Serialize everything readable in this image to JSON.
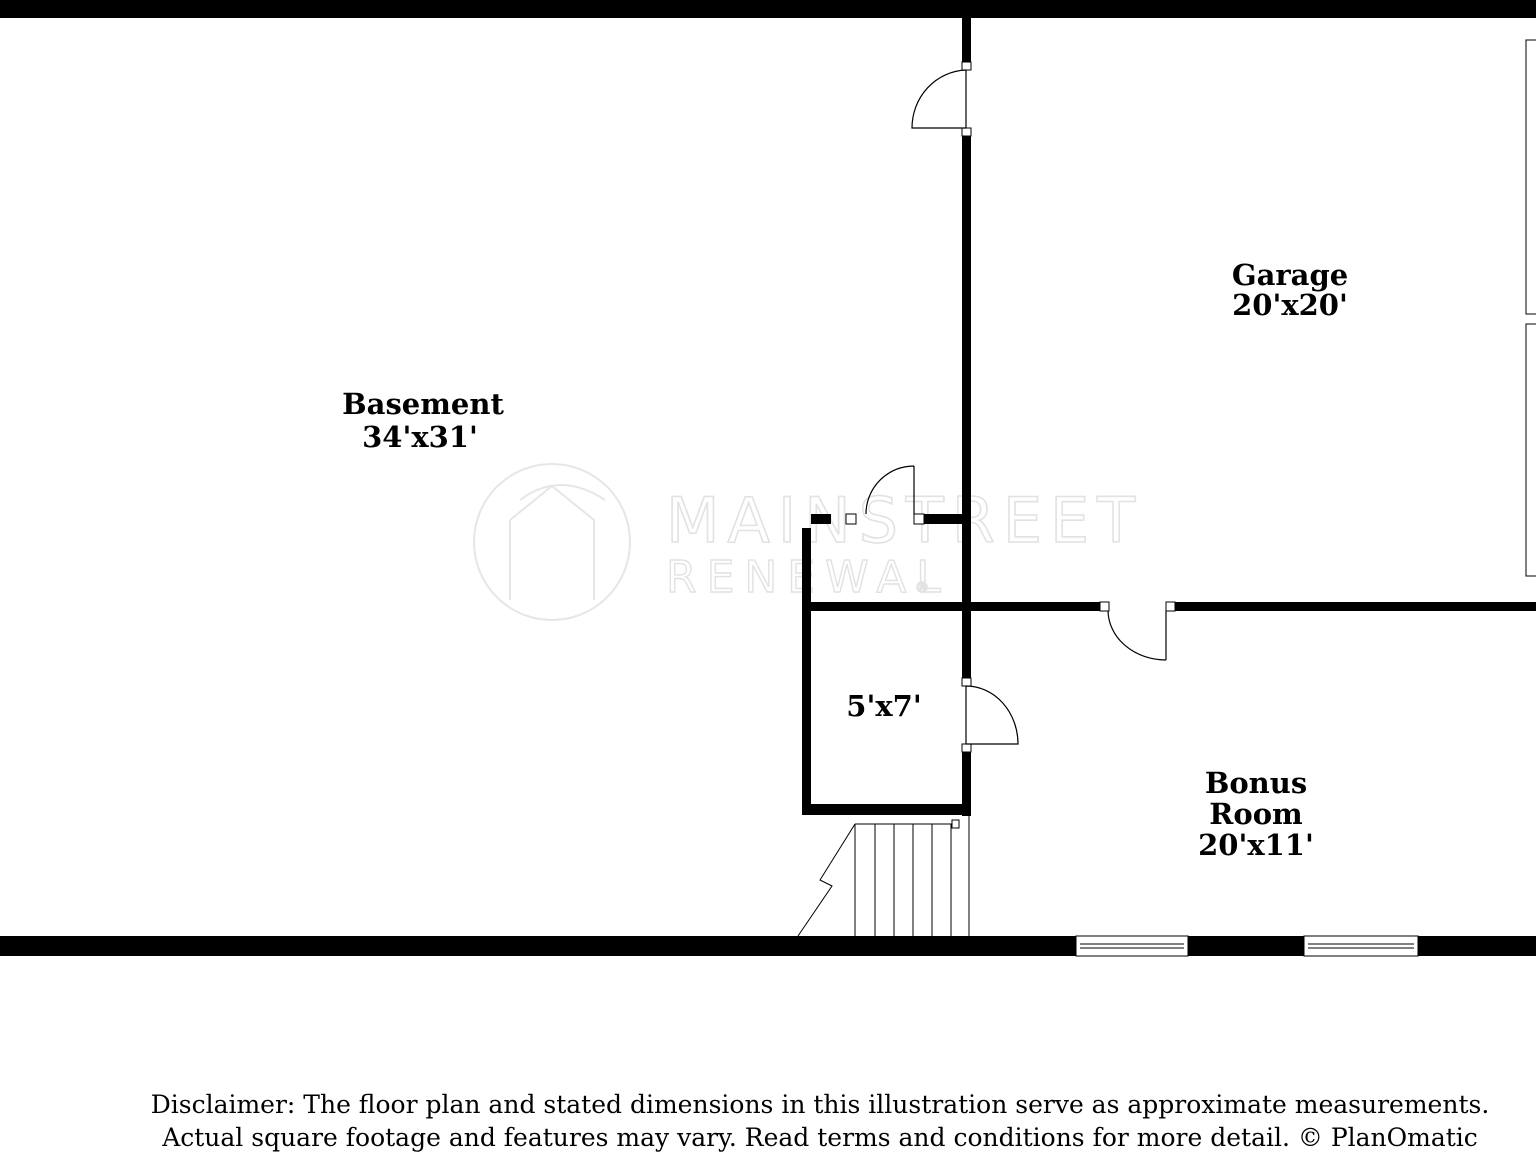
{
  "rooms": {
    "basement": {
      "name": "Basement",
      "dims": "34'x31'"
    },
    "garage": {
      "name": "Garage",
      "dims": "20'x20'"
    },
    "closet": {
      "dims": "5'x7'"
    },
    "bonus_room": {
      "name_line1": "Bonus",
      "name_line2": "Room",
      "dims": "20'x11'"
    }
  },
  "watermark": {
    "line1": "MAINSTREET",
    "line2": "RENEWAL",
    "mark": "®"
  },
  "disclaimer": {
    "line1": "Disclaimer: The floor plan and stated dimensions in this illustration serve as approximate measurements.",
    "line2": "Actual square footage and features may vary. Read terms and conditions for more detail. © PlanOmatic"
  },
  "colors": {
    "wall": "#000000",
    "background": "#ffffff",
    "watermark": "#e2e2e2"
  }
}
